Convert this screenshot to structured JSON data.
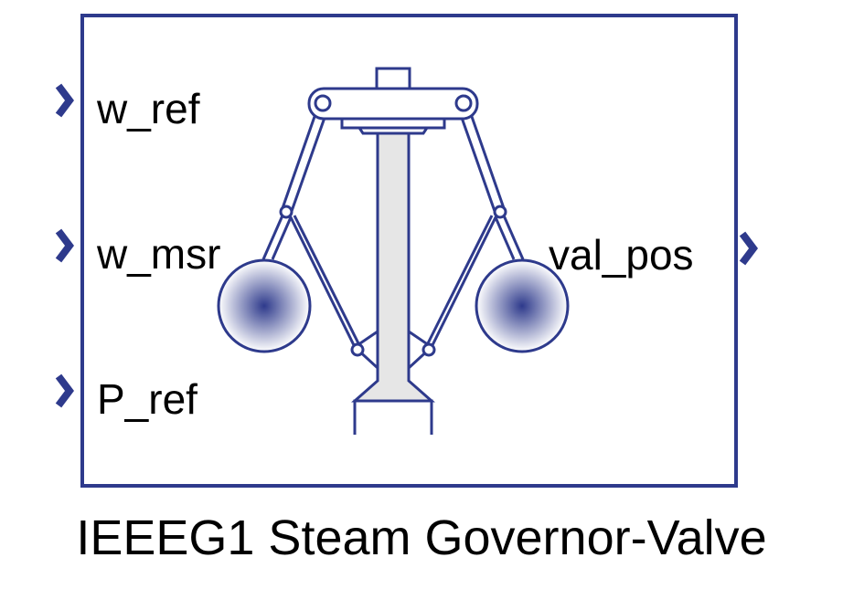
{
  "block": {
    "title": "IEEEG1 Steam Governor-Valve",
    "inputs": [
      "w_ref",
      "w_msr",
      "P_ref"
    ],
    "outputs": [
      "val_pos"
    ],
    "icon": "flyball-governor-icon",
    "color": "#2e3a8c"
  }
}
